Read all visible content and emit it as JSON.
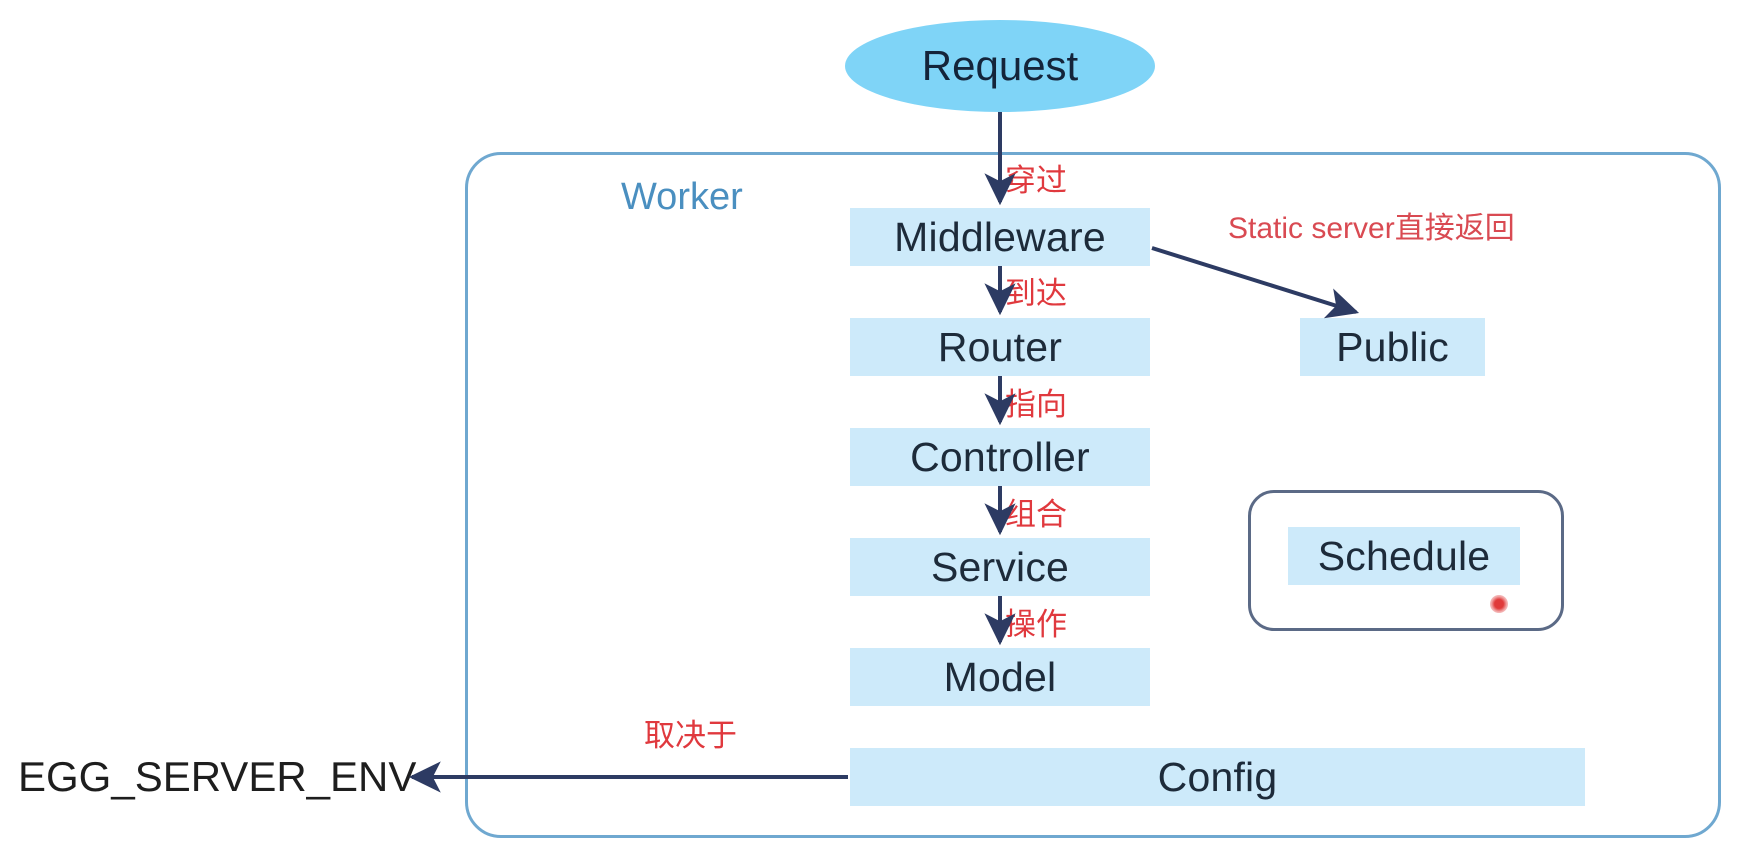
{
  "diagram": {
    "title_node": {
      "label": "Request"
    },
    "container": {
      "label": "Worker"
    },
    "nodes": [
      {
        "id": "middleware",
        "label": "Middleware"
      },
      {
        "id": "router",
        "label": "Router"
      },
      {
        "id": "controller",
        "label": "Controller"
      },
      {
        "id": "service",
        "label": "Service"
      },
      {
        "id": "model",
        "label": "Model"
      },
      {
        "id": "config",
        "label": "Config"
      },
      {
        "id": "public",
        "label": "Public"
      },
      {
        "id": "schedule",
        "label": "Schedule"
      }
    ],
    "edge_labels": [
      {
        "id": "request-to-middleware",
        "label": "穿过"
      },
      {
        "id": "middleware-to-router",
        "label": "到达"
      },
      {
        "id": "router-to-controller",
        "label": "指向"
      },
      {
        "id": "controller-to-service",
        "label": "组合"
      },
      {
        "id": "service-to-model",
        "label": "操作"
      },
      {
        "id": "middleware-to-public",
        "label": "Static server直接返回"
      },
      {
        "id": "config-to-env",
        "label": "取决于"
      }
    ],
    "external": {
      "env_label": "EGG_SERVER_ENV"
    },
    "colors": {
      "node_fill": "#cdeafa",
      "request_fill": "#7fd4f7",
      "node_text": "#1d2b3a",
      "worker_border": "#6fa8d0",
      "worker_label": "#4a8fc0",
      "schedule_border": "#5b6a86",
      "arrow": "#2d3b63",
      "annotation_red": "#e0393e",
      "background": "#ffffff",
      "env_text": "#1e1e1e",
      "cursor_dot": "#e03a3a"
    }
  }
}
